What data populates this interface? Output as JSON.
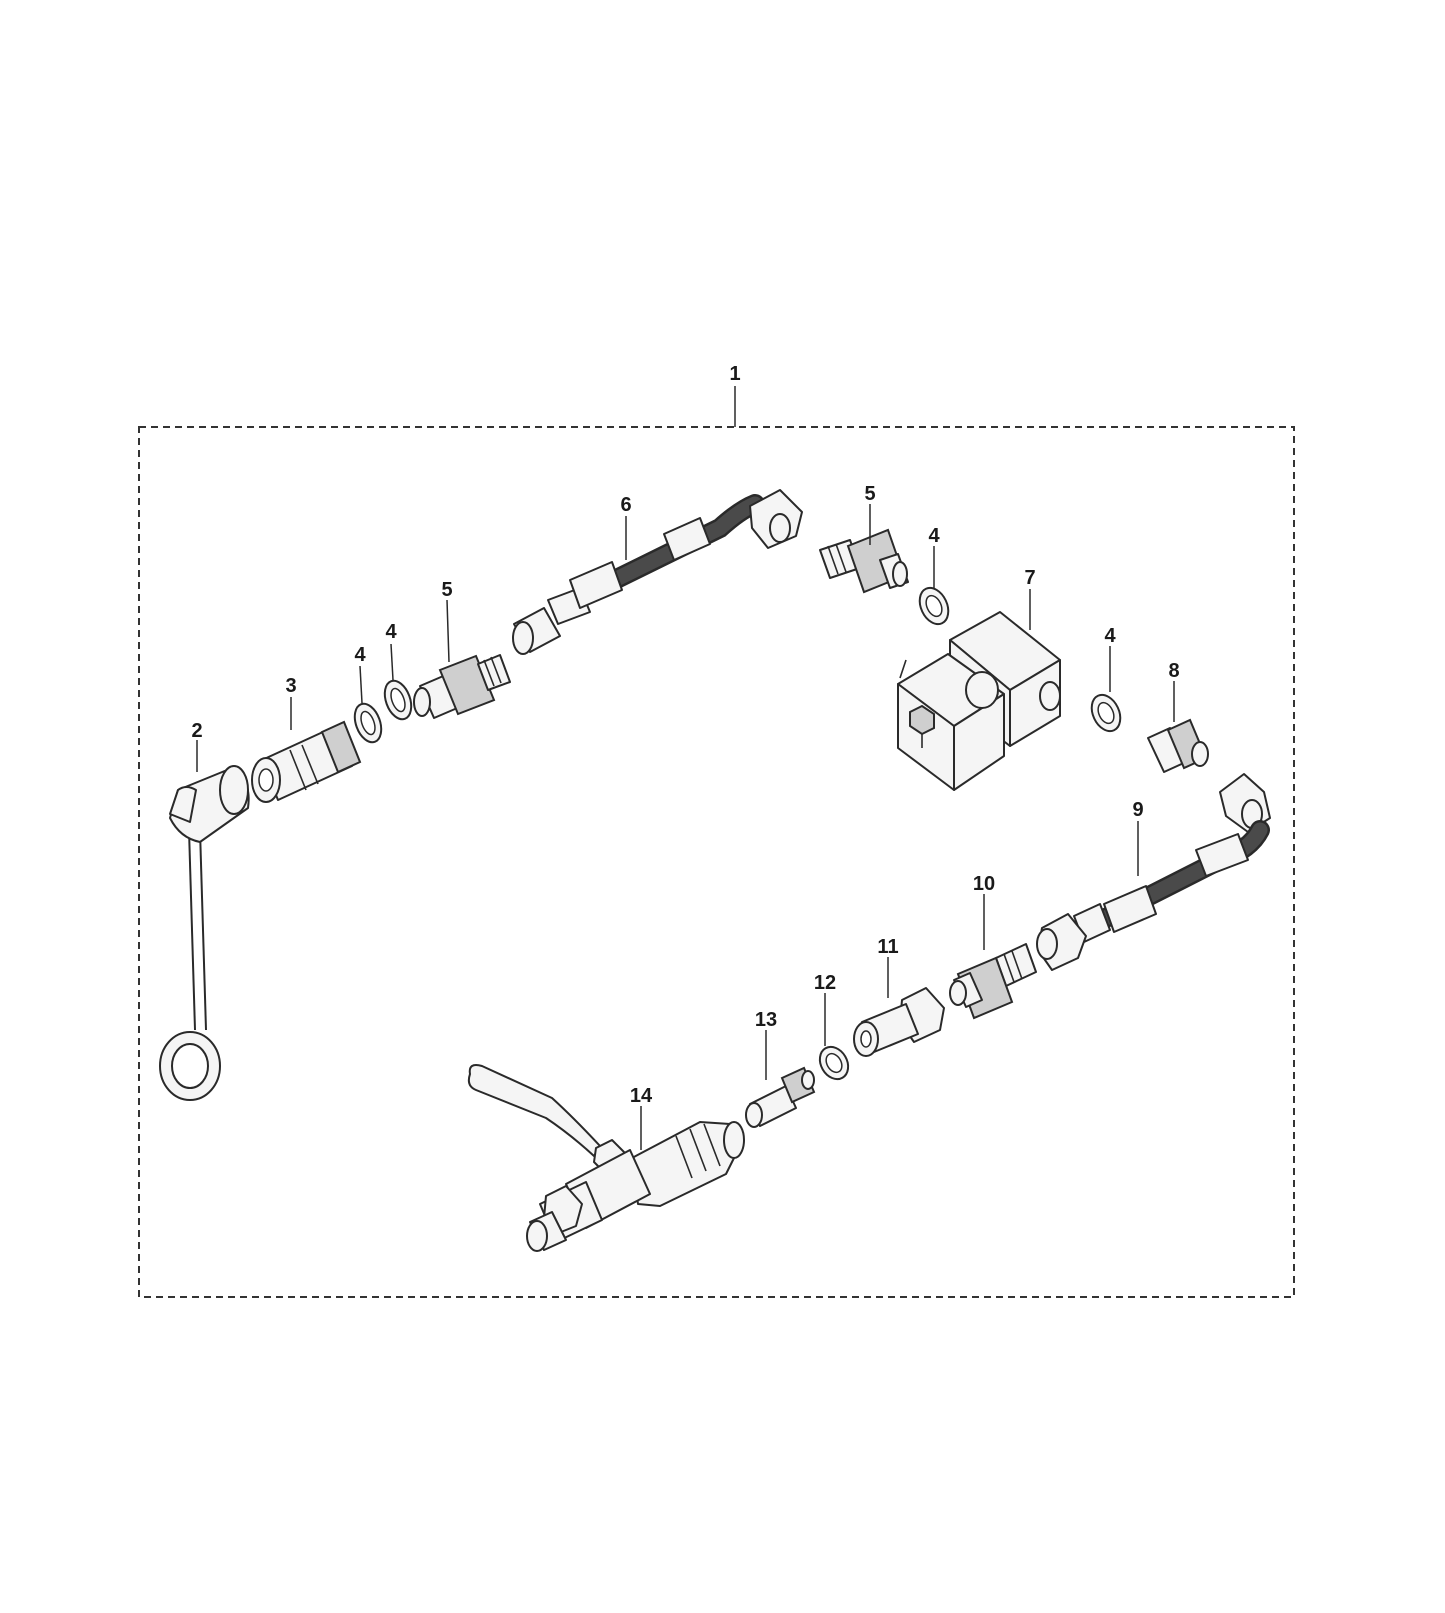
{
  "callouts": {
    "c1": "1",
    "c2": "2",
    "c3": "3",
    "c4a": "4",
    "c4b": "4",
    "c5a": "5",
    "c6": "6",
    "c5b": "5",
    "c4c": "4",
    "c7": "7",
    "c4d": "4",
    "c8": "8",
    "c9": "9",
    "c10": "10",
    "c11": "11",
    "c12": "12",
    "c13": "13",
    "c14": "14"
  },
  "colors": {
    "line": "#2a2a2a",
    "fill": "#f5f5f5",
    "dark": "#4a4a4a"
  }
}
